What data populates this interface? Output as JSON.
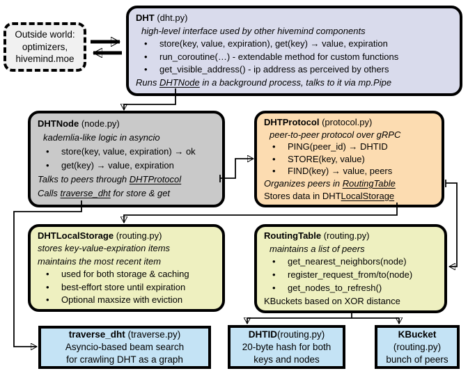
{
  "colors": {
    "dht_box_bg": "#d9dbec",
    "dhtnode_box_bg": "#c9c9c9",
    "dhtprotocol_box_bg": "#fcdcb1",
    "storage_routing_box_bg": "#eef0c0",
    "leaf_box_bg": "#c4e3f5",
    "outside_box_bg": "#f1f1f1",
    "border": "#000000"
  },
  "outside_world": {
    "line1": "Outside world:",
    "line2": "optimizers,",
    "line3": "hivemind.moe"
  },
  "dht": {
    "title": "DHT",
    "file": " (dht.py)",
    "tagline": "high-level interface used by other hivemind components",
    "bullets": [
      "store(key, value, expiration), get(key) → value, expiration",
      "run_coroutine(…) - extendable method for custom functions",
      "get_visible_address() - ip address as perceived by others"
    ],
    "footer": {
      "pre": "Runs ",
      "link": "DHTNode",
      "post": " in a background process, talks to it via mp.Pipe"
    }
  },
  "dhtnode": {
    "title": "DHTNode",
    "file": " (node.py)",
    "tagline": "kademlia-like logic in asyncio",
    "bullets": [
      "store(key, value, expiration) → ok",
      "get(key) → value, expiration"
    ],
    "footer1": {
      "pre": "Talks to peers through ",
      "link": "DHTProtocol",
      "post": ""
    },
    "footer2": {
      "pre": "Calls ",
      "link": "traverse_dht",
      "post": " for store & get"
    }
  },
  "dhtprotocol": {
    "title": "DHTProtocol",
    "file": " (protocol.py)",
    "tagline": "peer-to-peer protocol over gRPC",
    "bullets": [
      "PING(peer_id) → DHTID",
      "STORE(key, value)",
      "FIND(key) → value, peers"
    ],
    "footer1": {
      "pre": "Organizes peers in ",
      "link": "RoutingTable",
      "post": ""
    },
    "footer2": {
      "pre": "Stores data in DHT",
      "link": "LocalStorage",
      "post": ""
    }
  },
  "dhtlocalstorage": {
    "title": "DHTLocalStorage",
    "file": " (routing.py)",
    "tagline1": "stores key-value-expiration items",
    "tagline2": "maintains the most recent item",
    "bullets": [
      "used for both storage & caching",
      "best-effort store until expiration",
      "Optional maxsize with eviction"
    ]
  },
  "routingtable": {
    "title": "RoutingTable",
    "file": " (routing.py)",
    "tagline": "maintains a list of peers",
    "bullets": [
      "get_nearest_neighbors(node)",
      "register_request_from/to(node)",
      "get_nodes_to_refresh()"
    ],
    "footer": "KBuckets based on XOR distance"
  },
  "traverse_dht": {
    "title": "traverse_dht",
    "file": " (traverse.py)",
    "line2": "Asyncio-based beam search",
    "line3": "for crawling DHT as a graph"
  },
  "dhtid": {
    "title": "DHTID",
    "file": "(routing.py)",
    "line2": "20-byte hash for both",
    "line3": "keys and nodes"
  },
  "kbucket": {
    "title": "KBucket",
    "file": "(routing.py)",
    "line3": "bunch of peers"
  }
}
